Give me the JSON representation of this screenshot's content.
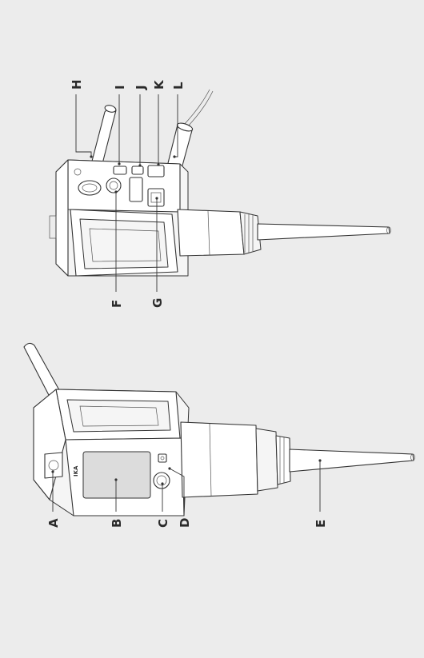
{
  "callouts": {
    "A": "A",
    "B": "B",
    "C": "C",
    "D": "D",
    "E": "E",
    "F": "F",
    "G": "G",
    "H": "H",
    "I": "I",
    "J": "J",
    "K": "K",
    "L": "L"
  },
  "device": {
    "brand": "IKA"
  },
  "colors": {
    "background": "#ececec",
    "line": "#333333",
    "screen": "#dcdcdc"
  }
}
